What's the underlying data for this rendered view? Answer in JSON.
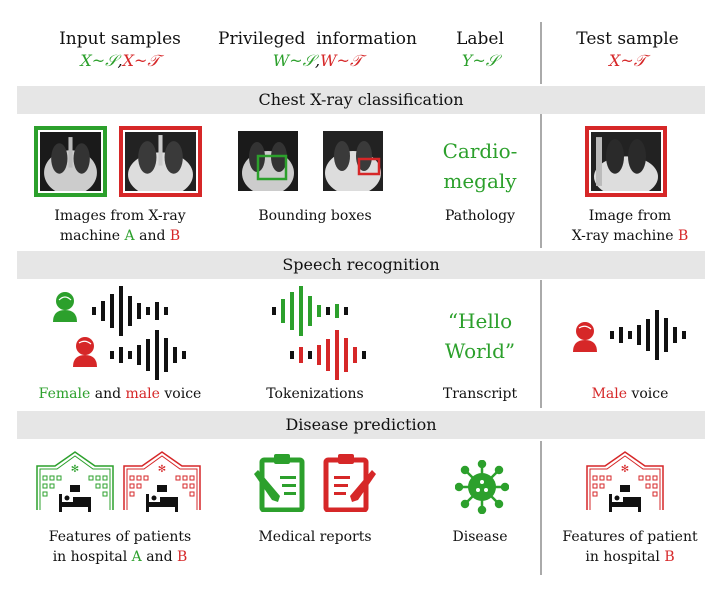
{
  "colors": {
    "source": "#2ca02c",
    "target": "#d62728",
    "banner": "#e6e6e6",
    "divider": "#aaaaaa"
  },
  "header": {
    "input_samples": {
      "title": "Input samples",
      "math_source": "X~𝒮",
      "sep": ",",
      "math_target": "X~𝒯"
    },
    "privileged": {
      "title": "Privileged  information",
      "math_source": "W~𝒮",
      "sep": ",",
      "math_target": "W~𝒯"
    },
    "label": {
      "title": "Label",
      "math_source": "Y~𝒮"
    },
    "test": {
      "title": "Test sample",
      "math_target": "X~𝒯"
    }
  },
  "sections": [
    {
      "title": "Chest X-ray classification",
      "input_caption": {
        "line1": "Images from X-ray",
        "line2_pre": "machine ",
        "a": "A",
        "mid": " and ",
        "b": "B"
      },
      "privileged_caption": "Bounding boxes",
      "label_value": {
        "line1": "Cardio-",
        "line2": "megaly"
      },
      "label_caption": "Pathology",
      "test_caption": {
        "line1": "Image from",
        "line2_pre": "X-ray machine ",
        "b": "B"
      }
    },
    {
      "title": "Speech recognition",
      "input_caption": {
        "female": "Female",
        "mid": " and ",
        "male": "male",
        "post": " voice"
      },
      "privileged_caption": "Tokenizations",
      "label_value": {
        "line1": "“Hello",
        "line2": "World”"
      },
      "label_caption": "Transcript",
      "test_caption": {
        "male": "Male",
        "post": " voice"
      }
    },
    {
      "title": "Disease prediction",
      "input_caption": {
        "line1": "Features of patients",
        "line2_pre": "in hospital ",
        "a": "A",
        "mid": " and ",
        "b": "B"
      },
      "privileged_caption": "Medical reports",
      "label_caption": "Disease",
      "test_caption": {
        "line1": "Features of patient",
        "line2_pre": "in hospital ",
        "b": "B"
      }
    }
  ]
}
